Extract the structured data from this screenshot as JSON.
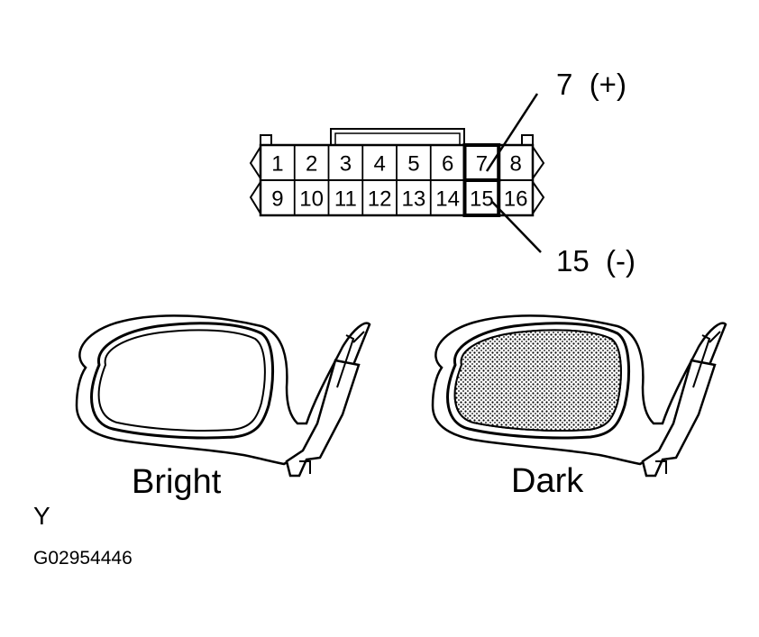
{
  "connector": {
    "top_row": [
      "1",
      "2",
      "3",
      "4",
      "5",
      "6",
      "7",
      "8"
    ],
    "bottom_row": [
      "9",
      "10",
      "11",
      "12",
      "13",
      "14",
      "15",
      "16"
    ],
    "highlighted_pins": [
      "7",
      "15"
    ]
  },
  "callouts": {
    "pin7": "7  (+)",
    "pin15": "15  (-)"
  },
  "mirrors": {
    "left_label": "Bright",
    "right_label": "Dark"
  },
  "footer": {
    "letter": "Y",
    "figure_code": "G02954446"
  },
  "colors": {
    "line": "#000000",
    "background": "#ffffff"
  }
}
